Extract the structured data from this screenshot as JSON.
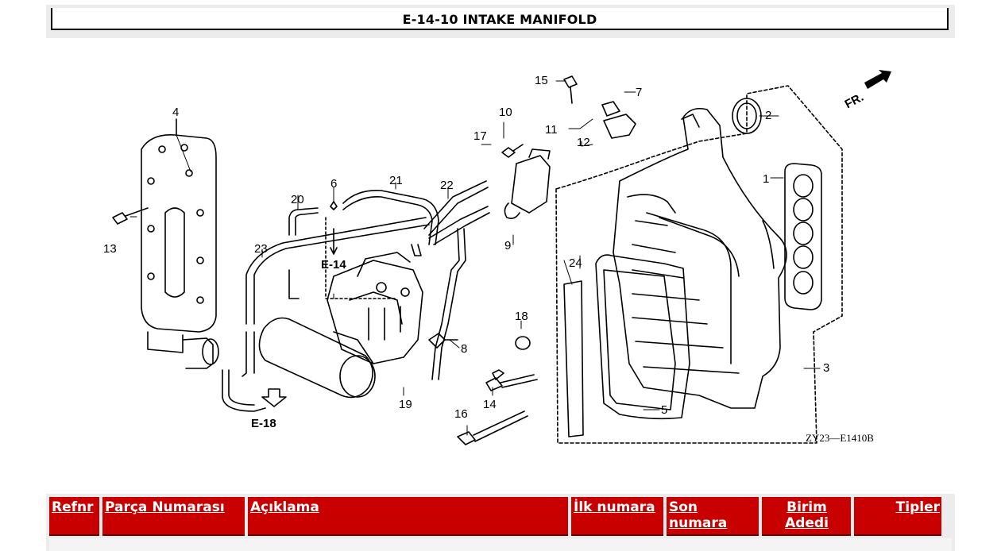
{
  "page": {
    "title": "E-14-10 INTAKE MANIFOLD"
  },
  "diagram": {
    "callouts": [
      "1",
      "2",
      "3",
      "4",
      "5",
      "6",
      "7",
      "8",
      "9",
      "10",
      "11",
      "12",
      "13",
      "14",
      "15",
      "16",
      "17",
      "18",
      "19",
      "20",
      "21",
      "22",
      "23",
      "24"
    ],
    "refs": {
      "e14": "E-14",
      "e18": "E-18",
      "fr": "FR."
    },
    "code": "ZY23—E1410B"
  },
  "table": {
    "headers": {
      "refnr": "Refnr",
      "part_number": "Parça Numarası",
      "description": "Açıklama",
      "first_number": "İlk numara",
      "last_number_1": "Son",
      "last_number_2": "numara",
      "unit_qty_1": "Birim",
      "unit_qty_2": "Adedi",
      "types": "Tipler"
    }
  },
  "colors": {
    "header_bg": "#c80000",
    "header_text": "#ffffff",
    "frame_bg": "#ececec"
  }
}
